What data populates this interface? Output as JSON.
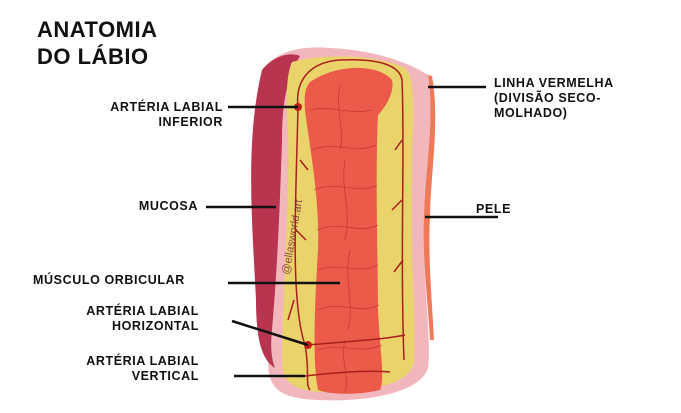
{
  "title": {
    "line1": "ANATOMIA",
    "line2": "DO LÁBIO"
  },
  "labels": {
    "arteria_inferior": {
      "line1": "ARTÉRIA LABIAL",
      "line2": "INFERIOR"
    },
    "mucosa": "MUCOSA",
    "musculo": "MÚSCULO ORBICULAR",
    "arteria_horizontal": {
      "line1": "ARTÉRIA LABIAL",
      "line2": "HORIZONTAL"
    },
    "arteria_vertical": {
      "line1": "ARTÉRIA LABIAL",
      "line2": "VERTICAL"
    },
    "linha_vermelha": {
      "line1": "LINHA VERMELHA",
      "line2": "(DIVISÃO SECO-",
      "line3": "MOLHADO)"
    },
    "pele": "PELE"
  },
  "watermark": "@ellasworld.art",
  "colors": {
    "mucosa": "#b8344f",
    "skin": "#f2b7bd",
    "fat": "#e9d36a",
    "muscle": "#ec5a4a",
    "artery": "#a8201c",
    "vermilion": "#ef7a5a"
  }
}
